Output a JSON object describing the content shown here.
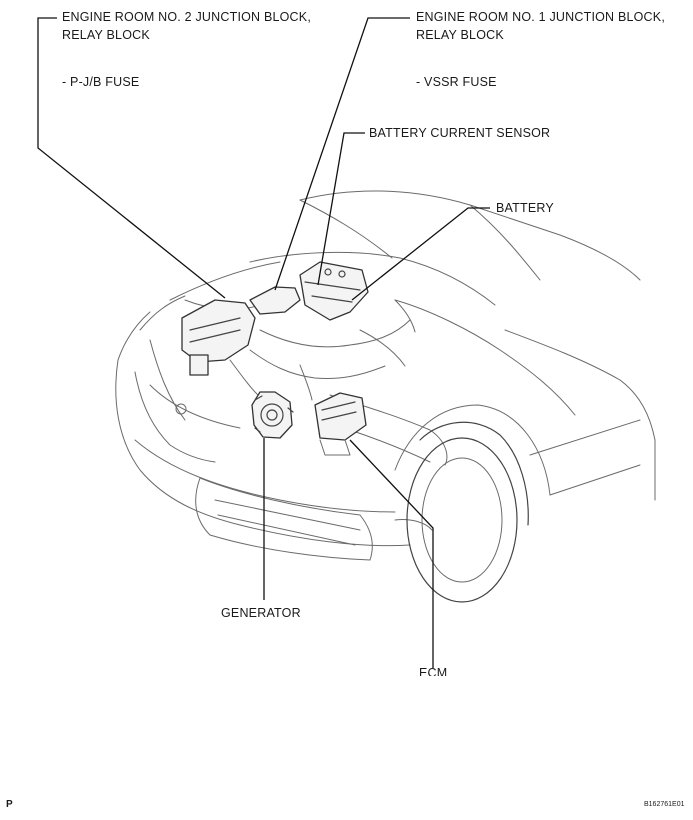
{
  "labels": {
    "jb2_line1": "ENGINE ROOM NO. 2 JUNCTION BLOCK,",
    "jb2_line2": "RELAY BLOCK",
    "jb2_sub": "- P-J/B FUSE",
    "jb1_line1": "ENGINE ROOM NO. 1 JUNCTION BLOCK,",
    "jb1_line2": "RELAY BLOCK",
    "jb1_sub": "- VSSR FUSE",
    "battery_current_sensor": "BATTERY CURRENT SENSOR",
    "battery": "BATTERY",
    "generator": "GENERATOR",
    "ecm": "ECM"
  },
  "footer": {
    "page_marker": "P",
    "figure_code": "B162761E01"
  },
  "icons": [
    "car-front-illustration",
    "generator-icon",
    "ecm-icon",
    "battery-icon",
    "junction-block-icon"
  ]
}
